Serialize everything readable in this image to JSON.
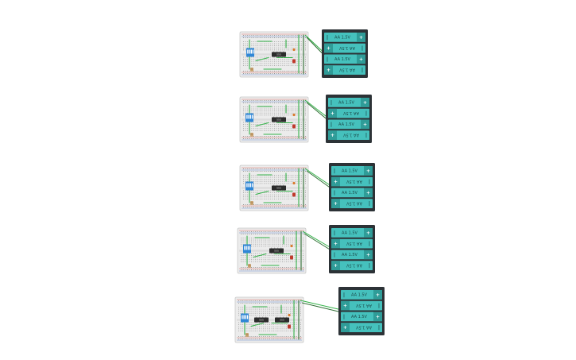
{
  "colors": {
    "breadboard": "#ececec",
    "breadboard_border": "#c8c8c8",
    "hole": "#9a9a9a",
    "rail_red": "#d9534f",
    "rail_blue": "#4a74c9",
    "wire_green": "#35b34a",
    "wire_dark": "#2f6e34",
    "chip": "#2b2b2b",
    "dip_switch": "#2f86d6",
    "led_red": "#c0392b",
    "resistor": "#caa472",
    "battery_case": "#2c3236",
    "battery_cell": "#45c1bd",
    "battery_cap": "#2f9c98"
  },
  "circuits": [
    {
      "id": "circuit-1",
      "chips": [
        {
          "label": "555"
        }
      ],
      "battery_pack": {
        "cells": [
          {
            "label": "AA 1.5V",
            "flipped": false
          },
          {
            "label": "AA 1.5V",
            "flipped": true
          },
          {
            "label": "AA 1.5V",
            "flipped": false
          },
          {
            "label": "AA 1.5V",
            "flipped": true
          }
        ]
      }
    },
    {
      "id": "circuit-2",
      "chips": [
        {
          "label": "555"
        }
      ],
      "battery_pack": {
        "cells": [
          {
            "label": "AA 1.5V",
            "flipped": false
          },
          {
            "label": "AA 1.5V",
            "flipped": true
          },
          {
            "label": "AA 1.5V",
            "flipped": false
          },
          {
            "label": "AA 1.5V",
            "flipped": true
          }
        ]
      }
    },
    {
      "id": "circuit-3",
      "chips": [
        {
          "label": "555"
        }
      ],
      "battery_pack": {
        "cells": [
          {
            "label": "AA 1.5V",
            "flipped": false
          },
          {
            "label": "AA 1.5V",
            "flipped": true
          },
          {
            "label": "AA 1.5V",
            "flipped": false
          },
          {
            "label": "AA 1.5V",
            "flipped": true
          }
        ]
      }
    },
    {
      "id": "circuit-4",
      "chips": [
        {
          "label": "555"
        }
      ],
      "battery_pack": {
        "cells": [
          {
            "label": "AA 1.5V",
            "flipped": false
          },
          {
            "label": "AA 1.5V",
            "flipped": true
          },
          {
            "label": "AA 1.5V",
            "flipped": false
          },
          {
            "label": "AA 1.5V",
            "flipped": true
          }
        ]
      }
    },
    {
      "id": "circuit-5",
      "chips": [
        {
          "label": "555"
        },
        {
          "label": "555"
        }
      ],
      "battery_pack": {
        "cells": [
          {
            "label": "AA 1.5V",
            "flipped": false
          },
          {
            "label": "AA 1.5V",
            "flipped": true
          },
          {
            "label": "AA 1.5V",
            "flipped": false
          },
          {
            "label": "AA 1.5V",
            "flipped": true
          }
        ]
      }
    }
  ]
}
